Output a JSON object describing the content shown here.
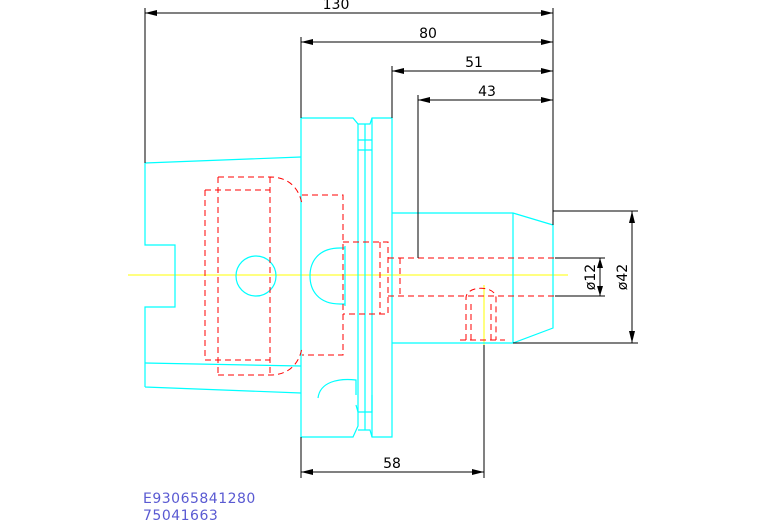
{
  "dimensions": {
    "overall_length": "130",
    "flange_length": "80",
    "shank_length": "51",
    "bore_depth": "43",
    "bore_diameter": "ø12",
    "body_diameter": "ø42",
    "lower_length": "58"
  },
  "codes": {
    "order_code": "E93065841280",
    "article_number": "75041663"
  },
  "colors": {
    "outline": "#00ffff",
    "hidden": "#ff0000",
    "dimension": "#000000",
    "centerline": "#ffff00",
    "code_text": "#5a5ad2"
  }
}
